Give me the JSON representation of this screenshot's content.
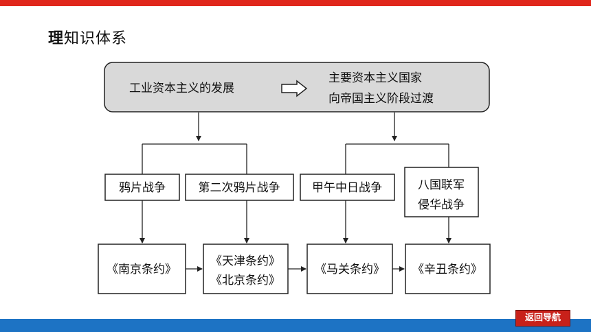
{
  "header": {
    "title_first": "理",
    "title_rest": "知识体系"
  },
  "diagram": {
    "top_left": "工业资本主义的发展",
    "top_right_line1": "主要资本主义国家",
    "top_right_line2": "向帝国主义阶段过渡",
    "wars": {
      "opium": "鸦片战争",
      "second_opium": "第二次鸦片战争",
      "jiawu": "甲午中日战争",
      "eight_nation_line1": "八国联军",
      "eight_nation_line2": "侵华战争"
    },
    "treaties": {
      "nanjing": "《南京条约》",
      "tianjin": "《天津条约》",
      "beijing": "《北京条约》",
      "maguan": "《马关条约》",
      "xinchou": "《辛丑条约》"
    }
  },
  "footer": {
    "nav_label": "返回导航"
  },
  "colors": {
    "top_bar": "#e0261b",
    "bottom_bar": "#1d73c4",
    "nav_button": "#c8211a",
    "top_box_fill": "#d9d9d9"
  }
}
